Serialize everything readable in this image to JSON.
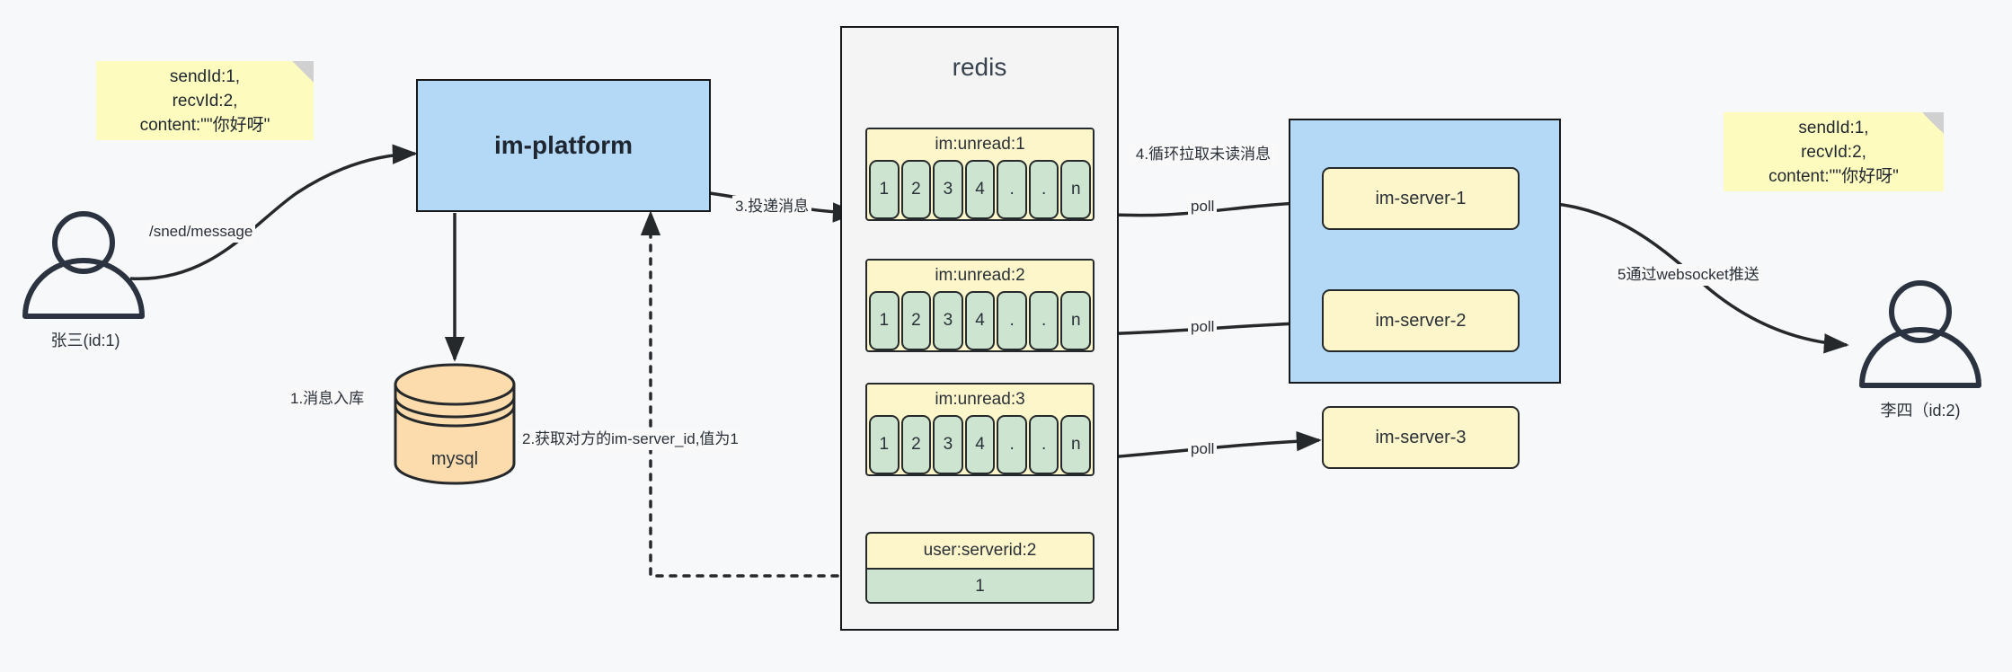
{
  "diagram": {
    "title": "IM message delivery architecture",
    "colors": {
      "note_yellow": "#fdfcbe",
      "box_blue": "#b3d9f7",
      "key_yellow": "#fdf6ca",
      "cell_green": "#cde5d0",
      "cylinder_orange": "#fcdcad",
      "stroke": "#26292c",
      "canvas": "#f7f8f9"
    }
  },
  "notes": {
    "left": "sendId:1,\nrecvId:2,\ncontent:\"\"你好呀\"",
    "right": "sendId:1,\nrecvId:2,\ncontent:\"\"你好呀\""
  },
  "actors": {
    "sender": {
      "label": "张三(id:1)"
    },
    "receiver": {
      "label": "李四（id:2)"
    }
  },
  "platform": {
    "label": "im-platform"
  },
  "datastore": {
    "label": "mysql"
  },
  "redis": {
    "title": "redis",
    "keys": [
      {
        "name": "im:unread:1",
        "cells": [
          "1",
          "2",
          "3",
          "4",
          ".",
          ".",
          "n"
        ]
      },
      {
        "name": "im:unread:2",
        "cells": [
          "1",
          "2",
          "3",
          "4",
          ".",
          ".",
          "n"
        ]
      },
      {
        "name": "im:unread:3",
        "cells": [
          "1",
          "2",
          "3",
          "4",
          ".",
          ".",
          "n"
        ]
      }
    ],
    "kv": {
      "key": "user:serverid:2",
      "value": "1"
    }
  },
  "servers": {
    "items": [
      {
        "label": "im-server-1"
      },
      {
        "label": "im-server-2"
      },
      {
        "label": "im-server-3"
      }
    ]
  },
  "edges": {
    "send_message": "/sned/message",
    "step1": "1.消息入库",
    "step2": "2.获取对方的im-server_id,值为1",
    "step3": "3.投递消息",
    "step4": "4.循环拉取未读消息",
    "step5": "5通过websocket推送",
    "poll1": "poll",
    "poll2": "poll",
    "poll3": "poll"
  }
}
